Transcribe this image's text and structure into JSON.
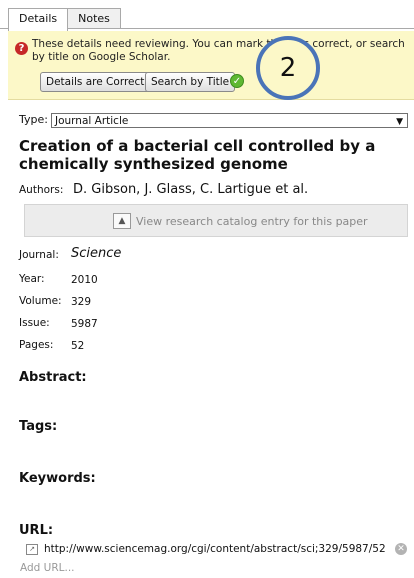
{
  "tabs": [
    {
      "label": "Details"
    },
    {
      "label": "Notes"
    }
  ],
  "banner": {
    "message": "These details need reviewing. You can mark them as correct, or search by title on Google Scholar.",
    "correct_button": "Details are Correct",
    "search_button": "Search by Title",
    "callout_number": "2"
  },
  "type": {
    "label": "Type:",
    "value": "Journal Article"
  },
  "paper": {
    "title": "Creation of a bacterial cell controlled by a chemically synthesized genome",
    "authors_label": "Authors:",
    "authors": "D. Gibson, J. Glass, C. Lartigue et al.",
    "catalog_button": "View research catalog entry for this paper",
    "journal_label": "Journal:",
    "journal": "Science",
    "year_label": "Year:",
    "year": "2010",
    "volume_label": "Volume:",
    "volume": "329",
    "issue_label": "Issue:",
    "issue": "5987",
    "pages_label": "Pages:",
    "pages": "52"
  },
  "sections": {
    "abstract": "Abstract:",
    "tags": "Tags:",
    "keywords": "Keywords:",
    "url": "URL:"
  },
  "url": {
    "value": "http://www.sciencemag.org/cgi/content/abstract/sci;329/5987/52",
    "add_label": "Add URL..."
  },
  "icons": {
    "warning": "question-icon",
    "ok": "check-icon",
    "catalog": "catalog-icon",
    "link": "external-link-icon",
    "clear": "clear-icon"
  },
  "colors": {
    "banner": "#fcf8c8",
    "callout_ring": "#4a74b8",
    "warning": "#c62828",
    "ok": "#5fb832"
  }
}
